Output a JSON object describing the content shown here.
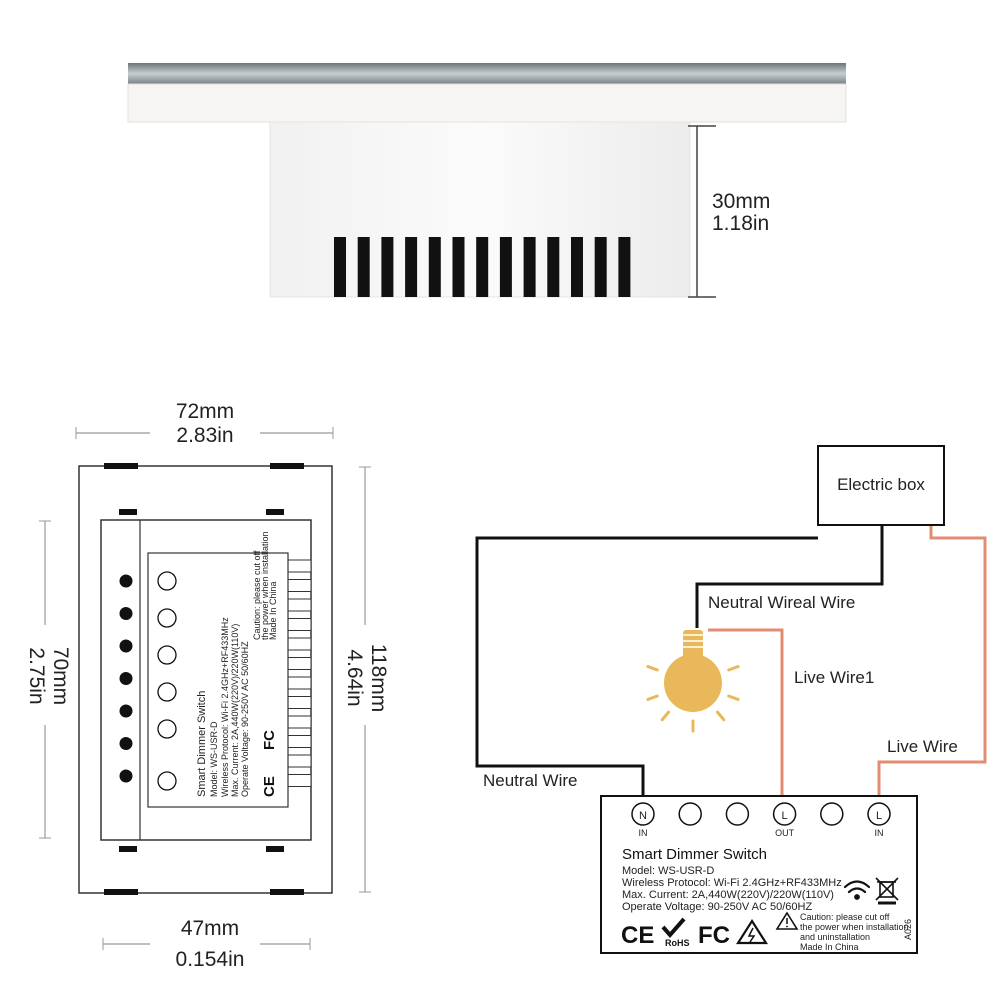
{
  "side_view": {
    "depth_mm": "30mm",
    "depth_in": "1.18in"
  },
  "front_view": {
    "width_mm": "72mm",
    "width_in": "2.83in",
    "inner_height_mm": "70mm",
    "inner_height_in": "2.75in",
    "height_mm": "118mm",
    "height_in": "4.64in",
    "bottom_width_mm": "47mm",
    "bottom_width_in": "0.154in"
  },
  "wiring": {
    "electric_box": "Electric box",
    "neutral_wireal_wire": "Neutral Wireal Wire",
    "live_wire1": "Live Wire1",
    "live_wire": "Live Wire",
    "neutral_wire": "Neutral Wire",
    "wire_colors": {
      "neutral": "#111111",
      "live": "#e08d70"
    },
    "bulb_color": "#e9b85b"
  },
  "terminals": [
    {
      "letter": "N",
      "sub": "IN"
    },
    {
      "letter": "",
      "sub": ""
    },
    {
      "letter": "",
      "sub": ""
    },
    {
      "letter": "L",
      "sub": "OUT"
    },
    {
      "letter": "",
      "sub": ""
    },
    {
      "letter": "L",
      "sub": "IN"
    }
  ],
  "label": {
    "title": "Smart Dimmer Switch",
    "model": "Model: WS-USR-D",
    "protocol": "Wireless Protocol: Wi-Fi 2.4GHz+RF433MHz",
    "current": "Max. Current: 2A,440W(220V)/220W(110V)",
    "voltage": "Operate Voltage: 90-250V AC 50/60HZ",
    "caution": "Caution: please cut off",
    "caution2": "the power when installation",
    "caution3": "and uninstallation",
    "made_in": "Made In China",
    "ce": "CE",
    "rohs": "RoHS",
    "fc": "FC",
    "code": "A026"
  }
}
